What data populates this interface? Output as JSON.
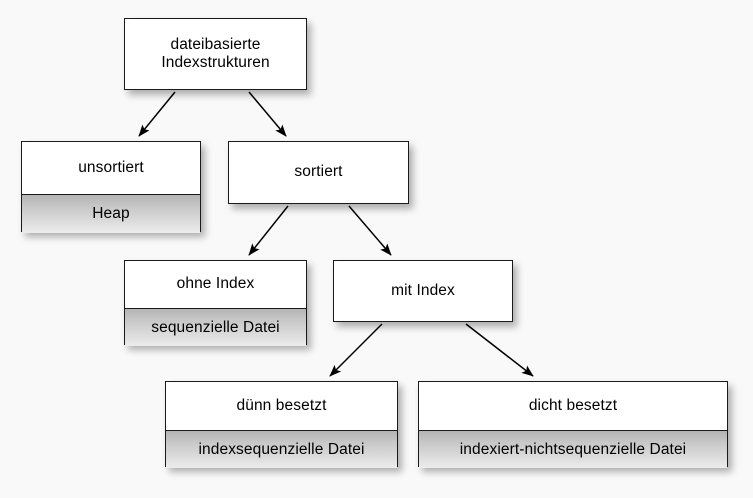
{
  "diagram": {
    "type": "tree",
    "background_color": "#f9f9f9",
    "node_border_color": "#1a1a1a",
    "node_fill_color": "#ffffff",
    "node_sub_fill_color": "#c8c8c8",
    "edge_color": "#000000",
    "nodes": [
      {
        "id": "root",
        "title": "dateibasierte\nIndexstrukturen",
        "title_line1": "dateibasierte",
        "title_line2": "Indexstrukturen",
        "sub": ""
      },
      {
        "id": "unsortiert",
        "title": "unsortiert",
        "sub": "Heap"
      },
      {
        "id": "sortiert",
        "title": "sortiert",
        "sub": ""
      },
      {
        "id": "ohne",
        "title": "ohne Index",
        "sub": "sequenzielle Datei"
      },
      {
        "id": "mit",
        "title": "mit Index",
        "sub": ""
      },
      {
        "id": "duenn",
        "title": "dünn besetzt",
        "sub": "indexsequenzielle Datei"
      },
      {
        "id": "dicht",
        "title": "dicht besetzt",
        "sub": "indexiert-nichtsequenzielle Datei"
      }
    ],
    "edges": [
      {
        "from": "root",
        "to": "unsortiert"
      },
      {
        "from": "root",
        "to": "sortiert"
      },
      {
        "from": "sortiert",
        "to": "ohne"
      },
      {
        "from": "sortiert",
        "to": "mit"
      },
      {
        "from": "mit",
        "to": "duenn"
      },
      {
        "from": "mit",
        "to": "dicht"
      }
    ]
  }
}
